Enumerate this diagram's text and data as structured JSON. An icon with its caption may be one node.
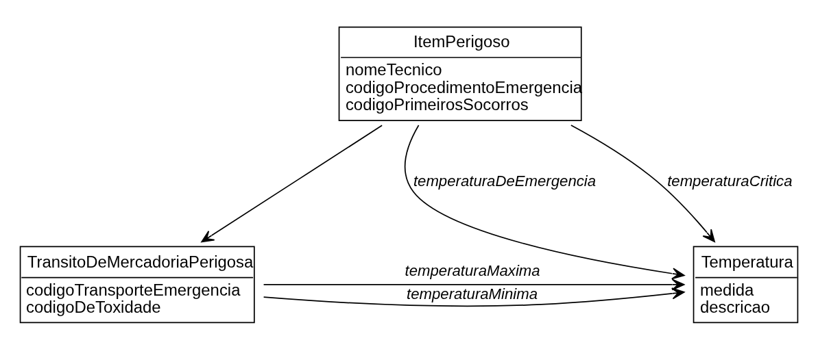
{
  "diagram": {
    "nodes": [
      {
        "text": [
          "ItemPerigoso",
          "nomeTecnico",
          "codigoProcedimentoEmergencia",
          "codigoPrimeirosSocorros"
        ]
      },
      {
        "text": [
          "TransitoDeMercadoriaPerigosa",
          "codigoTransporteEmergencia",
          "codigoDeToxidade"
        ]
      },
      {
        "text": [
          "Temperatura",
          "medida",
          "descricao"
        ]
      }
    ],
    "edges": [
      {
        "from": 0,
        "to": 2,
        "arrow": "to",
        "label": "temperaturaDeEmergencia"
      },
      {
        "from": 0,
        "to": 2,
        "arrow": "to",
        "label": "temperaturaCritica"
      },
      {
        "from": 0,
        "to": 1,
        "arrow": "to"
      },
      {
        "from": 1,
        "to": 2,
        "arrow": "to",
        "label": "temperaturaMaxima"
      },
      {
        "from": 1,
        "to": 2,
        "arrow": "to",
        "label": "temperaturaMinima"
      }
    ]
  }
}
